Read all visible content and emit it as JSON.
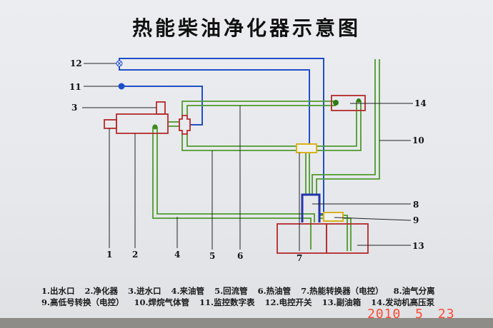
{
  "title": "热能柴油净化器示意图",
  "labels": {
    "l1": "1",
    "l2": "2",
    "l3": "3",
    "l4": "4",
    "l5": "5",
    "l6": "6",
    "l7": "7",
    "l8": "8",
    "l9": "9",
    "l10": "10",
    "l11": "11",
    "l12": "12",
    "l13": "13",
    "l14": "14"
  },
  "legend": {
    "row1": [
      "1.出水口",
      "2.净化器",
      "3.进水口",
      "4.来油管",
      "5.回流管",
      "6.热油管",
      "7.热能转换器（电控）",
      "8.油气分离"
    ],
    "row2": [
      "9.高低号转换（电控）",
      "10.焊烷气体管",
      "11.监控数字表",
      "12.电控开关",
      "13.副油箱",
      "14.发动机高压泵"
    ]
  },
  "date": "2010 5 23",
  "colors": {
    "blue": "#1f4fc8",
    "green": "#4f9a2c",
    "red": "#b52a2a",
    "yellow": "#d9b21c"
  }
}
